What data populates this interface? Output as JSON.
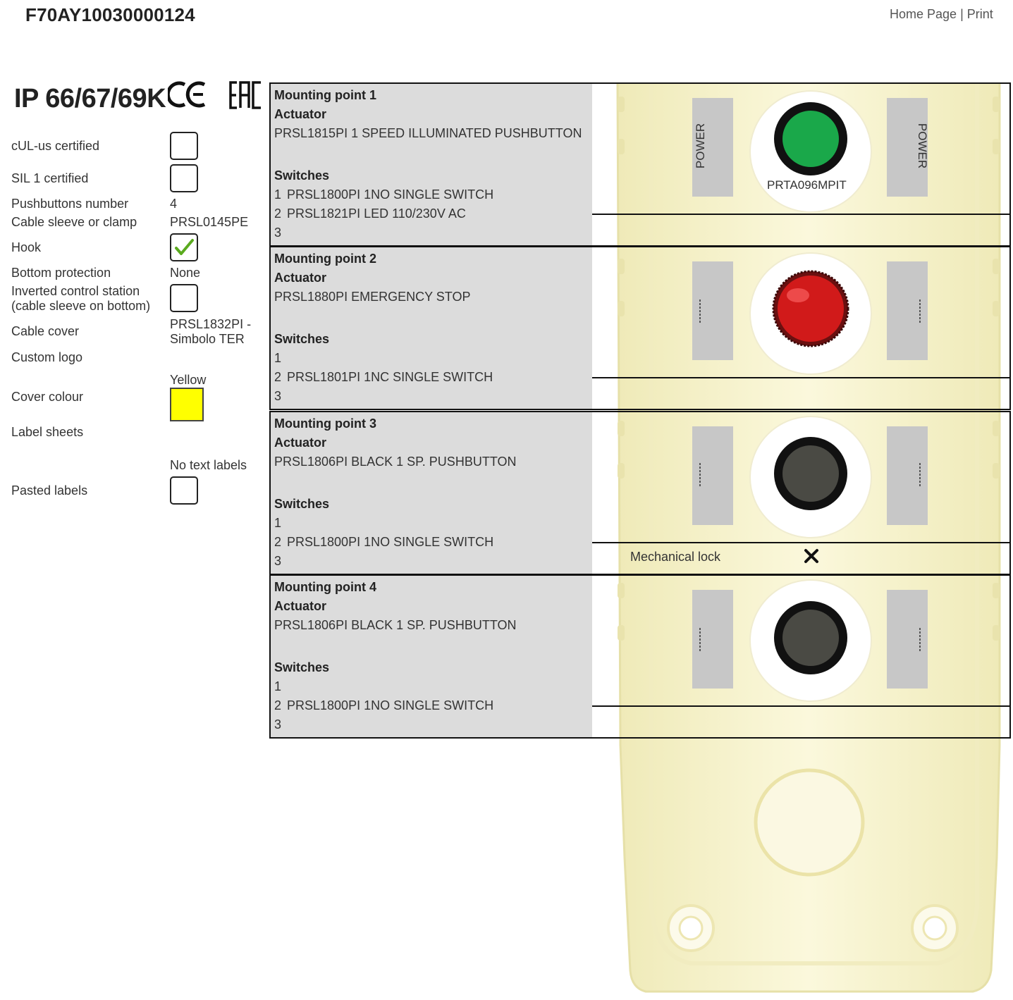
{
  "header": {
    "product_code": "F70AY10030000124",
    "links": {
      "home": "Home Page",
      "separator": "|",
      "print": "Print"
    }
  },
  "certifications": {
    "ip_rating": "IP 66/67/69K",
    "marks": [
      "ce-mark",
      "eac-mark"
    ]
  },
  "specs": {
    "cul_label": "cUL-us certified",
    "cul_checked": false,
    "sil_label": "SIL 1 certified",
    "sil_checked": false,
    "pushbuttons_label": "Pushbuttons number",
    "pushbuttons_value": "4",
    "cable_sleeve_label": "Cable sleeve or clamp",
    "cable_sleeve_value": "PRSL0145PE",
    "hook_label": "Hook",
    "hook_checked": true,
    "bottom_protection_label": "Bottom protection",
    "bottom_protection_value": "None",
    "inverted_label_1": "Inverted control station",
    "inverted_label_2": "(cable sleeve on bottom)",
    "inverted_checked": false,
    "cable_cover_label": "Cable cover",
    "cable_cover_value_1": "PRSL1832PI -",
    "cable_cover_value_2": "Simbolo TER",
    "custom_logo_label": "Custom logo",
    "cover_colour_label": "Cover colour",
    "cover_colour_value": "Yellow",
    "cover_colour_hex": "#ffff00",
    "label_sheets_label": "Label sheets",
    "label_sheets_value": "No text labels",
    "pasted_labels_label": "Pasted labels",
    "pasted_labels_checked": false
  },
  "mounting_points": [
    {
      "title": "Mounting point 1",
      "actuator_heading": "Actuator",
      "actuator": "PRSL1815PI 1 SPEED ILLUMINATED PUSHBUTTON",
      "switches_heading": "Switches",
      "switches": [
        {
          "n": "1",
          "name": "PRSL1800PI 1NO SINGLE SWITCH"
        },
        {
          "n": "2",
          "name": "PRSL1821PI LED 110/230V AC"
        },
        {
          "n": "3",
          "name": ""
        }
      ],
      "button_color": "#1aa84a",
      "label_left": "POWER",
      "label_right": "POWER",
      "button_caption": "PRTA096MPIT"
    },
    {
      "title": "Mounting point 2",
      "actuator_heading": "Actuator",
      "actuator": "PRSL1880PI EMERGENCY STOP",
      "switches_heading": "Switches",
      "switches": [
        {
          "n": "1",
          "name": ""
        },
        {
          "n": "2",
          "name": "PRSL1801PI 1NC SINGLE SWITCH"
        },
        {
          "n": "3",
          "name": ""
        }
      ],
      "button_color": "#d11a1a"
    },
    {
      "title": "Mounting point 3",
      "actuator_heading": "Actuator",
      "actuator": "PRSL1806PI BLACK 1 SP. PUSHBUTTON",
      "switches_heading": "Switches",
      "switches": [
        {
          "n": "1",
          "name": ""
        },
        {
          "n": "2",
          "name": "PRSL1800PI 1NO SINGLE SWITCH"
        },
        {
          "n": "3",
          "name": ""
        }
      ],
      "button_color": "#4a4a44",
      "mechanical_lock_label": "Mechanical lock",
      "mechanical_lock": false
    },
    {
      "title": "Mounting point 4",
      "actuator_heading": "Actuator",
      "actuator": "PRSL1806PI BLACK 1 SP. PUSHBUTTON",
      "switches_heading": "Switches",
      "switches": [
        {
          "n": "1",
          "name": ""
        },
        {
          "n": "2",
          "name": "PRSL1800PI 1NO SINGLE SWITCH"
        },
        {
          "n": "3",
          "name": ""
        }
      ],
      "button_color": "#4a4a44"
    }
  ]
}
